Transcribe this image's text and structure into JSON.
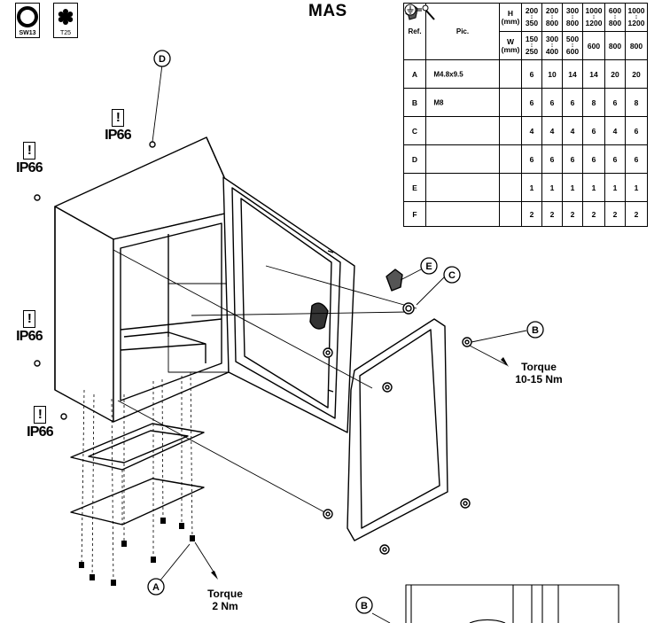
{
  "header": {
    "title": "MAS",
    "tools": [
      {
        "label": "SW13",
        "icon": "hex-socket-icon"
      },
      {
        "label": "T25",
        "icon": "torx-bit-icon"
      }
    ]
  },
  "callouts": {
    "A": "A",
    "B": "B",
    "C": "C",
    "D": "D",
    "E": "E"
  },
  "ip_labels": [
    "IP66",
    "IP66",
    "IP66",
    "IP66"
  ],
  "warning_symbol": "!",
  "torque": [
    {
      "line1": "Torque",
      "line2": "10-15 Nm"
    },
    {
      "line1": "Torque",
      "line2": "2 Nm"
    }
  ],
  "bom_table": {
    "ref_header": "Ref.",
    "pic_header": "Pic.",
    "h_label": "H",
    "w_label": "W",
    "unit": "(mm)",
    "size_columns": [
      {
        "h_top": "200",
        "h_bottom": "350",
        "w_top": "150",
        "w_bottom": "250"
      },
      {
        "h_top": "200",
        "h_bottom": "800",
        "w_top": "300",
        "w_bottom": "400"
      },
      {
        "h_top": "300",
        "h_bottom": "800",
        "w_top": "500",
        "w_bottom": "600"
      },
      {
        "h_top": "1000",
        "h_bottom": "1200",
        "w_single": "600"
      },
      {
        "h_top": "600",
        "h_bottom": "800",
        "w_single": "800"
      },
      {
        "h_top": "1000",
        "h_bottom": "1200",
        "w_single": "800"
      }
    ],
    "rows": [
      {
        "ref": "A",
        "part": "M4.8x9.5",
        "icon": "screw-icon",
        "qty": [
          "6",
          "10",
          "14",
          "14",
          "20",
          "20"
        ]
      },
      {
        "ref": "B",
        "part": "M8",
        "icon": "nut-icon",
        "qty": [
          "6",
          "6",
          "6",
          "8",
          "6",
          "8"
        ]
      },
      {
        "ref": "C",
        "part": "",
        "icon": "washer-icon",
        "qty": [
          "4",
          "4",
          "4",
          "6",
          "4",
          "6"
        ]
      },
      {
        "ref": "D",
        "part": "",
        "icon": "plug-icon",
        "qty": [
          "6",
          "6",
          "6",
          "6",
          "6",
          "6"
        ]
      },
      {
        "ref": "E",
        "part": "",
        "icon": "lock-key-icon",
        "qty": [
          "1",
          "1",
          "1",
          "1",
          "1",
          "1"
        ]
      },
      {
        "ref": "F",
        "part": "",
        "icon": "ground-symbol-icon",
        "qty": [
          "2",
          "2",
          "2",
          "2",
          "2",
          "2"
        ]
      }
    ]
  }
}
